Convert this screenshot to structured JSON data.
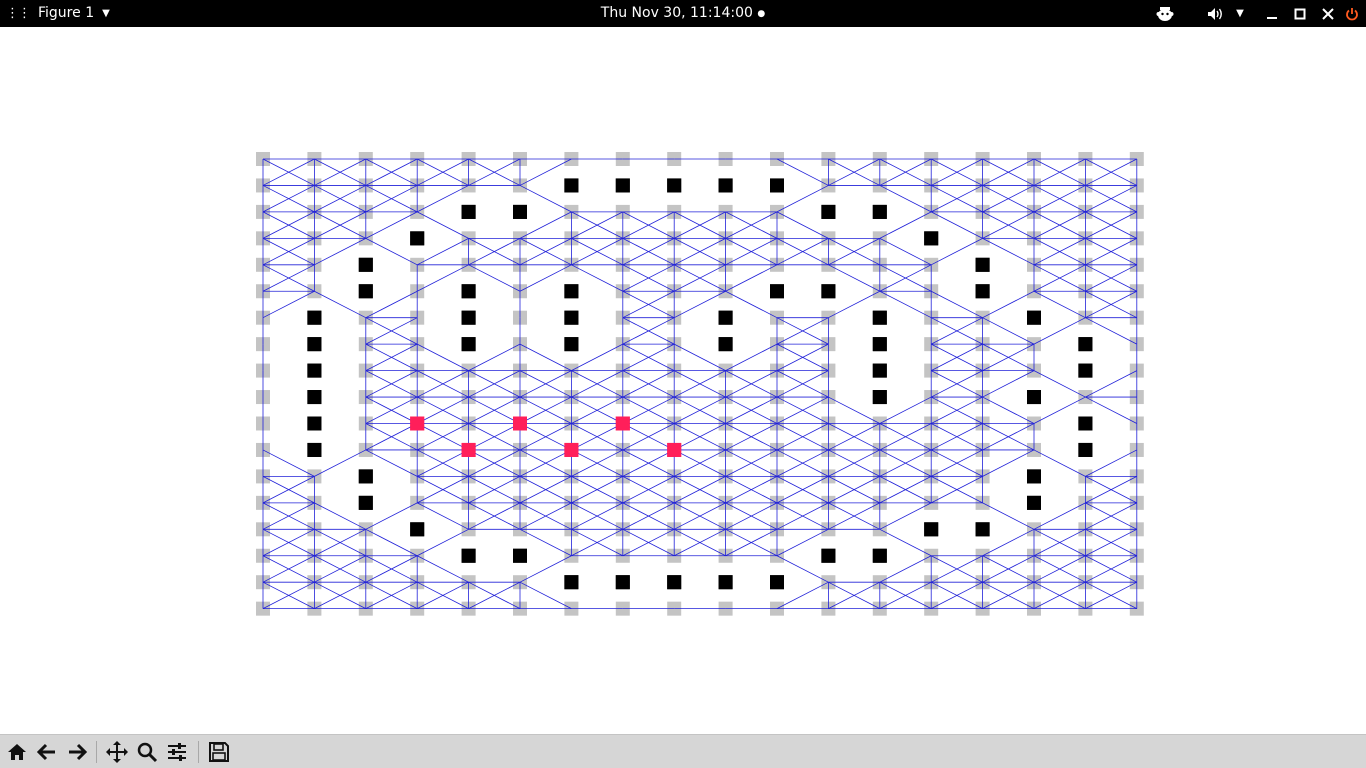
{
  "topbar": {
    "app_name": "Figure 1",
    "clock": "Thu Nov 30, 11:14:00",
    "icons": [
      "grid-icon",
      "chevron-down-icon",
      "status-dot-icon",
      "monkey-icon",
      "volume-icon",
      "chevron-down-icon",
      "minimize-icon",
      "maximize-icon",
      "close-icon",
      "power-icon"
    ]
  },
  "toolbar": {
    "tools": [
      "home-icon",
      "back-icon",
      "forward-icon",
      "pan-icon",
      "zoom-icon",
      "configure-subplots-icon",
      "save-icon"
    ]
  },
  "chart_data": {
    "type": "scatter",
    "title": "",
    "xlabel": "",
    "ylabel": "",
    "grid": {
      "columns": 18,
      "rows": 18
    },
    "colors": {
      "wall": "#000000",
      "goal": "#ff1f5a",
      "empty": "#c4c4c4",
      "edge": "#2020d8"
    },
    "walls": [
      [
        6,
        1
      ],
      [
        7,
        1
      ],
      [
        8,
        1
      ],
      [
        9,
        1
      ],
      [
        10,
        1
      ],
      [
        4,
        2
      ],
      [
        5,
        2
      ],
      [
        11,
        2
      ],
      [
        12,
        2
      ],
      [
        3,
        3
      ],
      [
        13,
        3
      ],
      [
        2,
        4
      ],
      [
        14,
        4
      ],
      [
        2,
        5
      ],
      [
        4,
        5
      ],
      [
        6,
        5
      ],
      [
        10,
        5
      ],
      [
        11,
        5
      ],
      [
        14,
        5
      ],
      [
        1,
        6
      ],
      [
        4,
        6
      ],
      [
        6,
        6
      ],
      [
        9,
        6
      ],
      [
        12,
        6
      ],
      [
        15,
        6
      ],
      [
        1,
        7
      ],
      [
        4,
        7
      ],
      [
        6,
        7
      ],
      [
        9,
        7
      ],
      [
        12,
        7
      ],
      [
        16,
        7
      ],
      [
        1,
        8
      ],
      [
        12,
        8
      ],
      [
        16,
        8
      ],
      [
        1,
        9
      ],
      [
        12,
        9
      ],
      [
        15,
        9
      ],
      [
        1,
        10
      ],
      [
        16,
        10
      ],
      [
        1,
        11
      ],
      [
        16,
        11
      ],
      [
        2,
        12
      ],
      [
        15,
        12
      ],
      [
        2,
        13
      ],
      [
        15,
        13
      ],
      [
        3,
        14
      ],
      [
        13,
        14
      ],
      [
        14,
        14
      ],
      [
        4,
        15
      ],
      [
        5,
        15
      ],
      [
        11,
        15
      ],
      [
        12,
        15
      ],
      [
        6,
        16
      ],
      [
        7,
        16
      ],
      [
        8,
        16
      ],
      [
        9,
        16
      ],
      [
        10,
        16
      ]
    ],
    "goals": [
      [
        3,
        10
      ],
      [
        5,
        10
      ],
      [
        7,
        10
      ],
      [
        4,
        11
      ],
      [
        6,
        11
      ],
      [
        8,
        11
      ]
    ]
  }
}
